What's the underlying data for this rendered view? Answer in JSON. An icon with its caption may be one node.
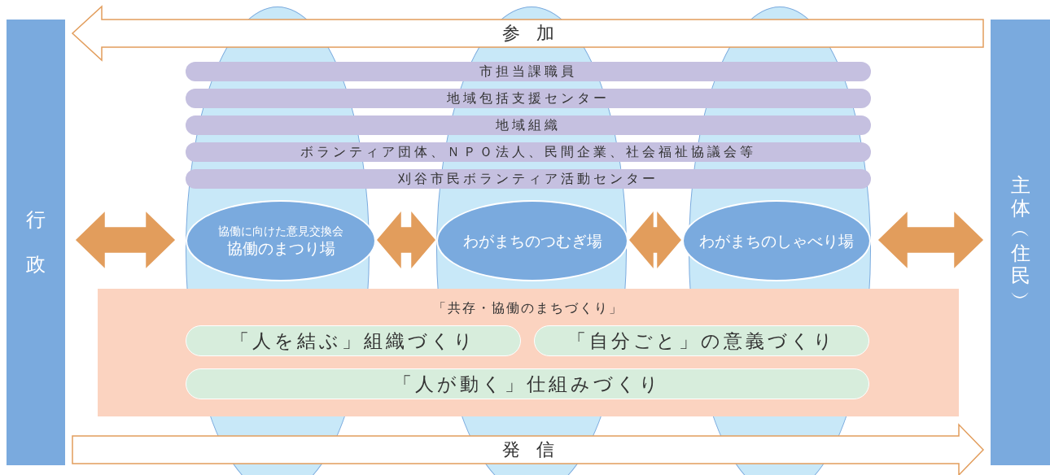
{
  "diagram": {
    "nodes": [
      {
        "text": [
          "行政"
        ]
      },
      {
        "text": [
          "主体︵住民︶"
        ]
      },
      {
        "text": [
          "市担当課職員"
        ]
      },
      {
        "text": [
          "地域包括支援センター"
        ]
      },
      {
        "text": [
          "地域組織"
        ]
      },
      {
        "text": [
          "ボランティア団体、ＮＰＯ法人、民間企業、社会福祉協議会等"
        ]
      },
      {
        "text": [
          "刈谷市民ボランティア活動センター"
        ]
      },
      {
        "text": [
          "協働に向けた意見交換会",
          "協働のまつり場"
        ]
      },
      {
        "text": [
          "わがまちのつむぎ場"
        ]
      },
      {
        "text": [
          "わがまちのしゃべり場"
        ]
      },
      {
        "text": [
          "「共存・協働のまちづくり」"
        ]
      },
      {
        "text": [
          "「人を結ぶ」組織づくり"
        ],
        "in": 10
      },
      {
        "text": [
          "「自分ごと」の意義づくり"
        ],
        "in": 10
      },
      {
        "text": [
          "「人が動く」仕組みづくり"
        ],
        "in": 10
      }
    ],
    "edges": [
      {
        "from": 1,
        "to": 0,
        "arrow": "to",
        "label": "参加",
        "style": "thick"
      },
      {
        "from": 0,
        "to": 1,
        "arrow": "to",
        "label": "発信",
        "style": "thick"
      },
      {
        "from": 0,
        "to": 7,
        "arrow": "both",
        "style": "thick",
        "color": "#e29d5c"
      },
      {
        "from": 7,
        "to": 8,
        "arrow": "both",
        "style": "thick",
        "color": "#e29d5c"
      },
      {
        "from": 8,
        "to": 9,
        "arrow": "both",
        "style": "thick",
        "color": "#e29d5c"
      },
      {
        "from": 9,
        "to": 1,
        "arrow": "both",
        "style": "thick",
        "color": "#e29d5c"
      }
    ]
  }
}
